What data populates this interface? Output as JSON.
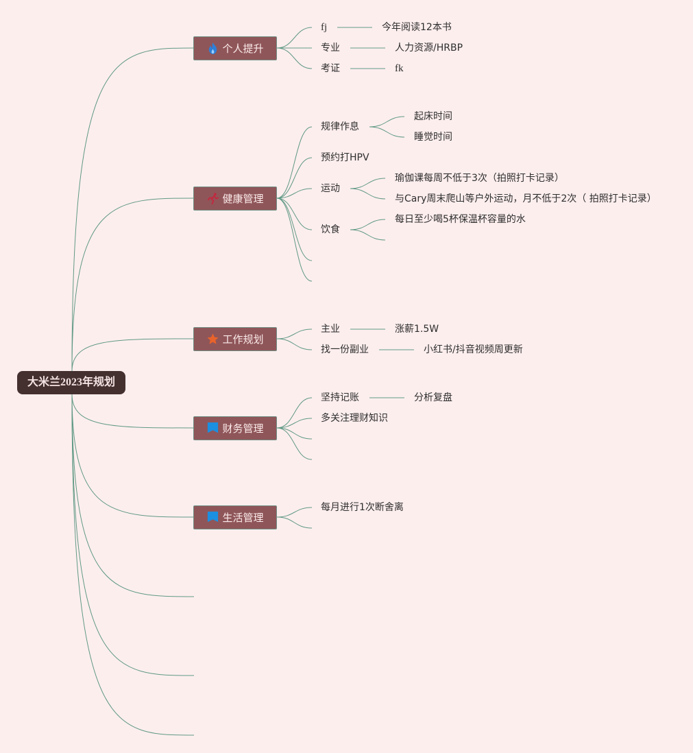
{
  "root": {
    "label": "大米兰2023年规划"
  },
  "branches": [
    {
      "label": "个人提升",
      "icon": "flame-icon",
      "icon_color": "#2f7fd6",
      "items": [
        {
          "label": "fj",
          "children": [
            "今年阅读12本书"
          ]
        },
        {
          "label": "专业",
          "children": [
            "人力资源/HRBP"
          ]
        },
        {
          "label": "考证",
          "children": [
            "fk"
          ]
        }
      ]
    },
    {
      "label": "健康管理",
      "icon": "exercise-icon",
      "icon_color": "#c2283f",
      "items": [
        {
          "label": "规律作息",
          "children": [
            "起床时间",
            "睡觉时间"
          ]
        },
        {
          "label": "预约打HPV",
          "children": []
        },
        {
          "label": "运动",
          "children": [
            "瑜伽课每周不低于3次（拍照打卡记录）",
            "与Cary周末爬山等户外运动，月不低于2次（ 拍照打卡记录）"
          ]
        },
        {
          "label": "饮食",
          "children": [
            "每日至少喝5杯保温杯容量的水",
            ""
          ]
        },
        {
          "label": "",
          "children": []
        },
        {
          "label": "",
          "children": []
        }
      ]
    },
    {
      "label": "工作规划",
      "icon": "star-icon",
      "icon_color": "#e8632b",
      "items": [
        {
          "label": "主业",
          "children": [
            "涨薪1.5W"
          ]
        },
        {
          "label": "找一份副业",
          "children": [
            "小红书/抖音视频周更新"
          ]
        }
      ]
    },
    {
      "label": "财务管理",
      "icon": "flag-icon",
      "icon_color": "#1b8fe0",
      "items": [
        {
          "label": "坚持记账",
          "children": [
            "分析复盘"
          ]
        },
        {
          "label": "多关注理财知识",
          "children": []
        },
        {
          "label": "",
          "children": []
        },
        {
          "label": "",
          "children": []
        }
      ]
    },
    {
      "label": "生活管理",
      "icon": "flag-icon",
      "icon_color": "#1b8fe0",
      "items": [
        {
          "label": "每月进行1次断舍离",
          "children": []
        },
        {
          "label": "",
          "children": []
        }
      ]
    }
  ],
  "colors": {
    "background": "#fdeeee",
    "line": "#5f9985",
    "root_fill": "#44302f",
    "branch_fill": "#8f5659"
  }
}
